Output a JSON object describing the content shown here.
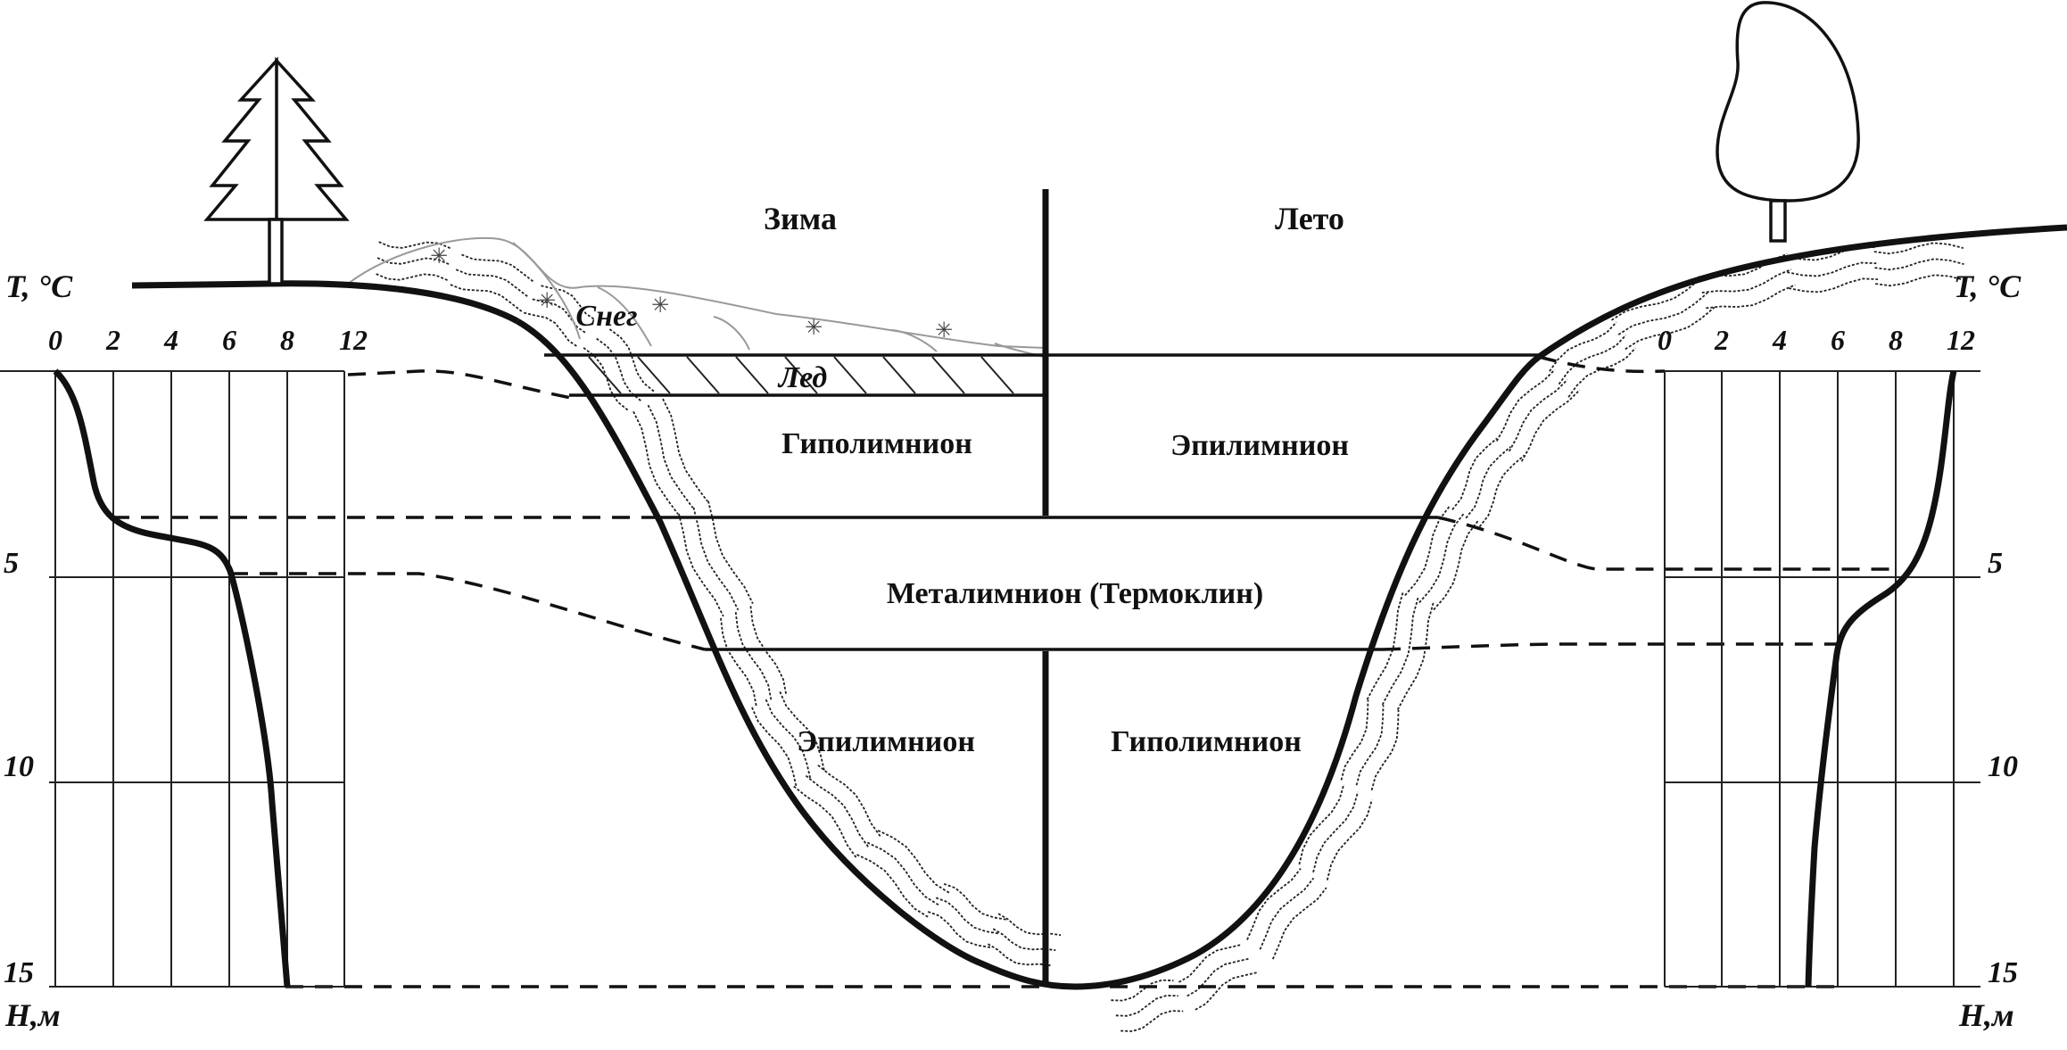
{
  "seasons": {
    "winter": "Зима",
    "summer": "Лето"
  },
  "layers": {
    "winter_top": "Гиполимнион",
    "summer_top": "Эпилимнион",
    "middle": "Металимнион (Термоклин)",
    "winter_bottom": "Эпилимнион",
    "summer_bottom": "Гиполимнион"
  },
  "surface": {
    "snow": "Снег",
    "ice": "Лед"
  },
  "left_axis": {
    "temp_label": "T, °C",
    "temp_ticks": [
      "0",
      "2",
      "4",
      "6",
      "8",
      "12"
    ],
    "depth_label": "H,м",
    "depth_ticks": [
      "5",
      "10",
      "15"
    ]
  },
  "right_axis": {
    "temp_label": "T, °C",
    "temp_ticks": [
      "0",
      "2",
      "4",
      "6",
      "8",
      "12"
    ],
    "depth_label": "H,м",
    "depth_ticks": [
      "5",
      "10",
      "15"
    ]
  },
  "icons": {
    "left_tree": "spruce-icon",
    "right_tree": "deciduous-tree-icon",
    "snow": "snowflake-icon"
  }
}
